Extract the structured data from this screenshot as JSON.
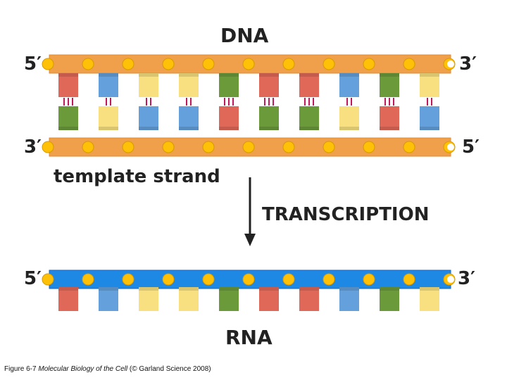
{
  "colors": {
    "dna_backbone": "#F0A04B",
    "dna_backbone_edge": "#E08A30",
    "rna_backbone": "#1E88E5",
    "rna_backbone_edge": "#1565C0",
    "phosphate": "#FFC107",
    "bond": "#C2185B",
    "A": "#64A0DC",
    "T": "#F8E080",
    "G": "#6A9A3A",
    "C": "#E06858",
    "U": "#F8E080"
  },
  "labels": {
    "dna_title": "DNA",
    "rna_title": "RNA",
    "template_strand": "template strand",
    "process": "TRANSCRIPTION",
    "dna_top_left": "5′",
    "dna_top_right": "3′",
    "dna_bottom_left": "3′",
    "dna_bottom_right": "5′",
    "rna_left": "5′",
    "rna_right": "3′"
  },
  "sequences": {
    "dna_coding": [
      "C",
      "A",
      "T",
      "T",
      "G",
      "C",
      "C",
      "A",
      "G",
      "T"
    ],
    "dna_template": [
      "G",
      "T",
      "A",
      "A",
      "C",
      "G",
      "G",
      "T",
      "C",
      "A"
    ],
    "rna": [
      "C",
      "A",
      "U",
      "U",
      "G",
      "C",
      "C",
      "A",
      "G",
      "U"
    ]
  },
  "caption": {
    "prefix": "Figure 6-7 ",
    "book": "Molecular Biology of the Cell",
    "suffix": " (© Garland Science 2008)"
  }
}
